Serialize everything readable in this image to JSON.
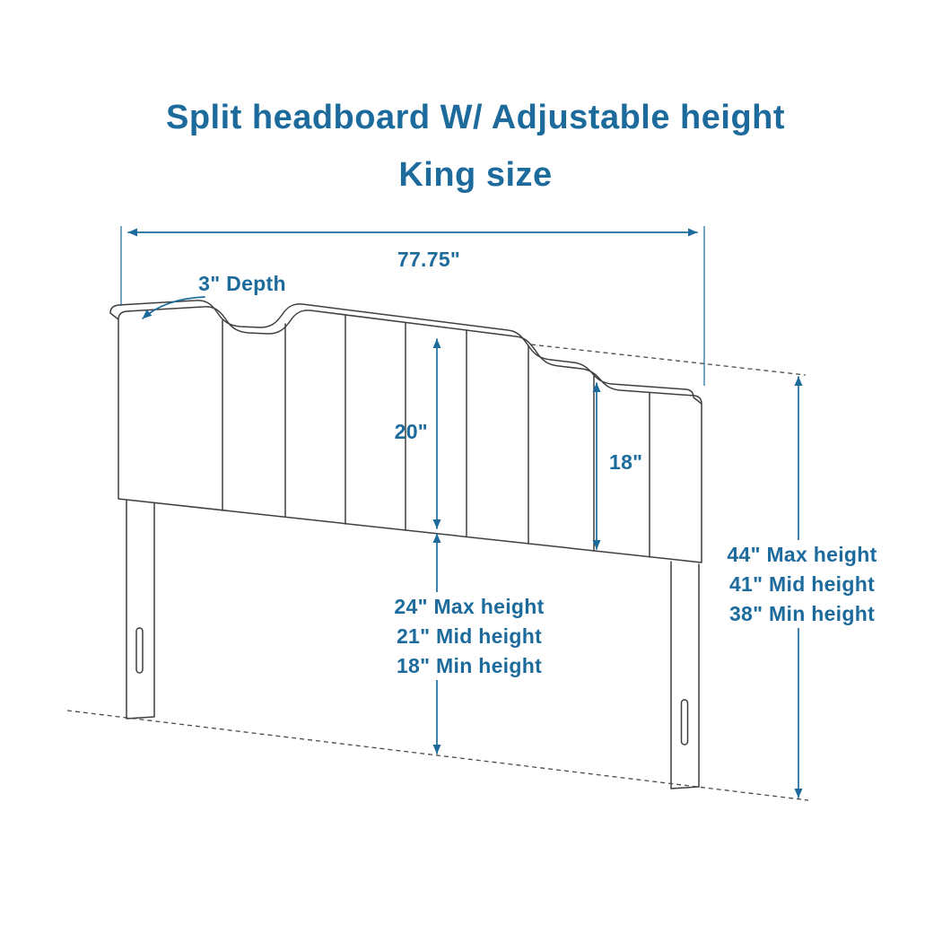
{
  "colors": {
    "accent": "#1c6b9c",
    "line": "#3f3f3f",
    "dashed": "#4a4a4a",
    "background": "#ffffff"
  },
  "title": {
    "line1": "Split headboard W/ Adjustable height",
    "line2": "King size"
  },
  "dimensions": {
    "width": "77.75\"",
    "depth": "3\" Depth",
    "panel_left": "20\"",
    "panel_right": "18\"",
    "headboard_heights": [
      "24\" Max height",
      "21\" Mid height",
      "18\" Min height"
    ],
    "overall_heights": [
      "44\" Max height",
      "41\" Mid height",
      "38\" Min height"
    ]
  }
}
